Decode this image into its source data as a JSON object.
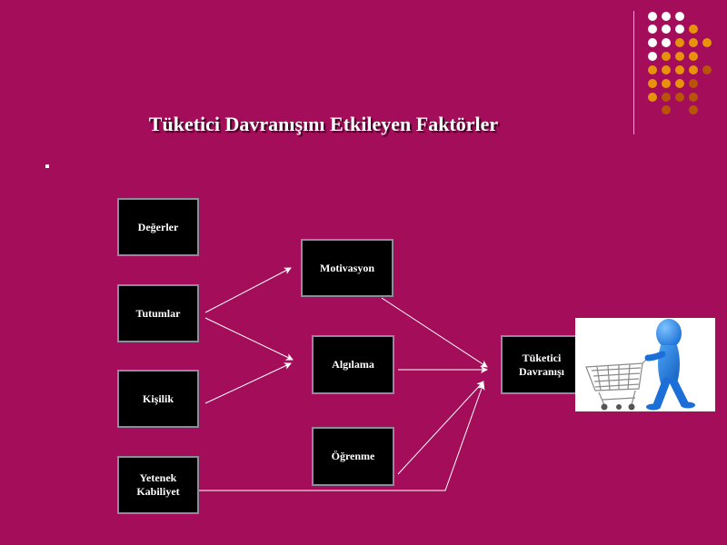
{
  "slide": {
    "title": "Tüketici Davranışını Etkileyen Faktörler"
  },
  "diagram": {
    "factors": [
      {
        "id": "degerler",
        "label": "Değerler"
      },
      {
        "id": "tutumlar",
        "label": "Tutumlar"
      },
      {
        "id": "kisilik",
        "label": "Kişilik"
      },
      {
        "id": "yetenek",
        "label": "Yetenek\nKabiliyet"
      }
    ],
    "processes": [
      {
        "id": "motivasyon",
        "label": "Motivasyon"
      },
      {
        "id": "algilama",
        "label": "Algılama"
      },
      {
        "id": "ogrenme",
        "label": "Öğrenme"
      }
    ],
    "outcome": {
      "id": "tuketici",
      "label": "Tüketici\nDavranışı"
    },
    "connections": [
      {
        "from": "tutumlar",
        "to": "motivasyon"
      },
      {
        "from": "tutumlar",
        "to": "algilama"
      },
      {
        "from": "kisilik",
        "to": "algilama"
      },
      {
        "from": "motivasyon",
        "to": "tuketici"
      },
      {
        "from": "algilama",
        "to": "tuketici"
      },
      {
        "from": "ogrenme",
        "to": "tuketici"
      },
      {
        "from": "yetenek",
        "to": "tuketici"
      }
    ]
  },
  "image": {
    "subject": "person-pushing-shopping-cart-icon"
  },
  "colors": {
    "background": "#a30d5a",
    "box_fill": "#000000",
    "box_border": "#8c8c9c",
    "text": "#ffffff",
    "arrow": "#ffffff",
    "dot_white": "#ffffff",
    "dot_orange": "#e8920c",
    "dot_brown": "#b8540a"
  }
}
